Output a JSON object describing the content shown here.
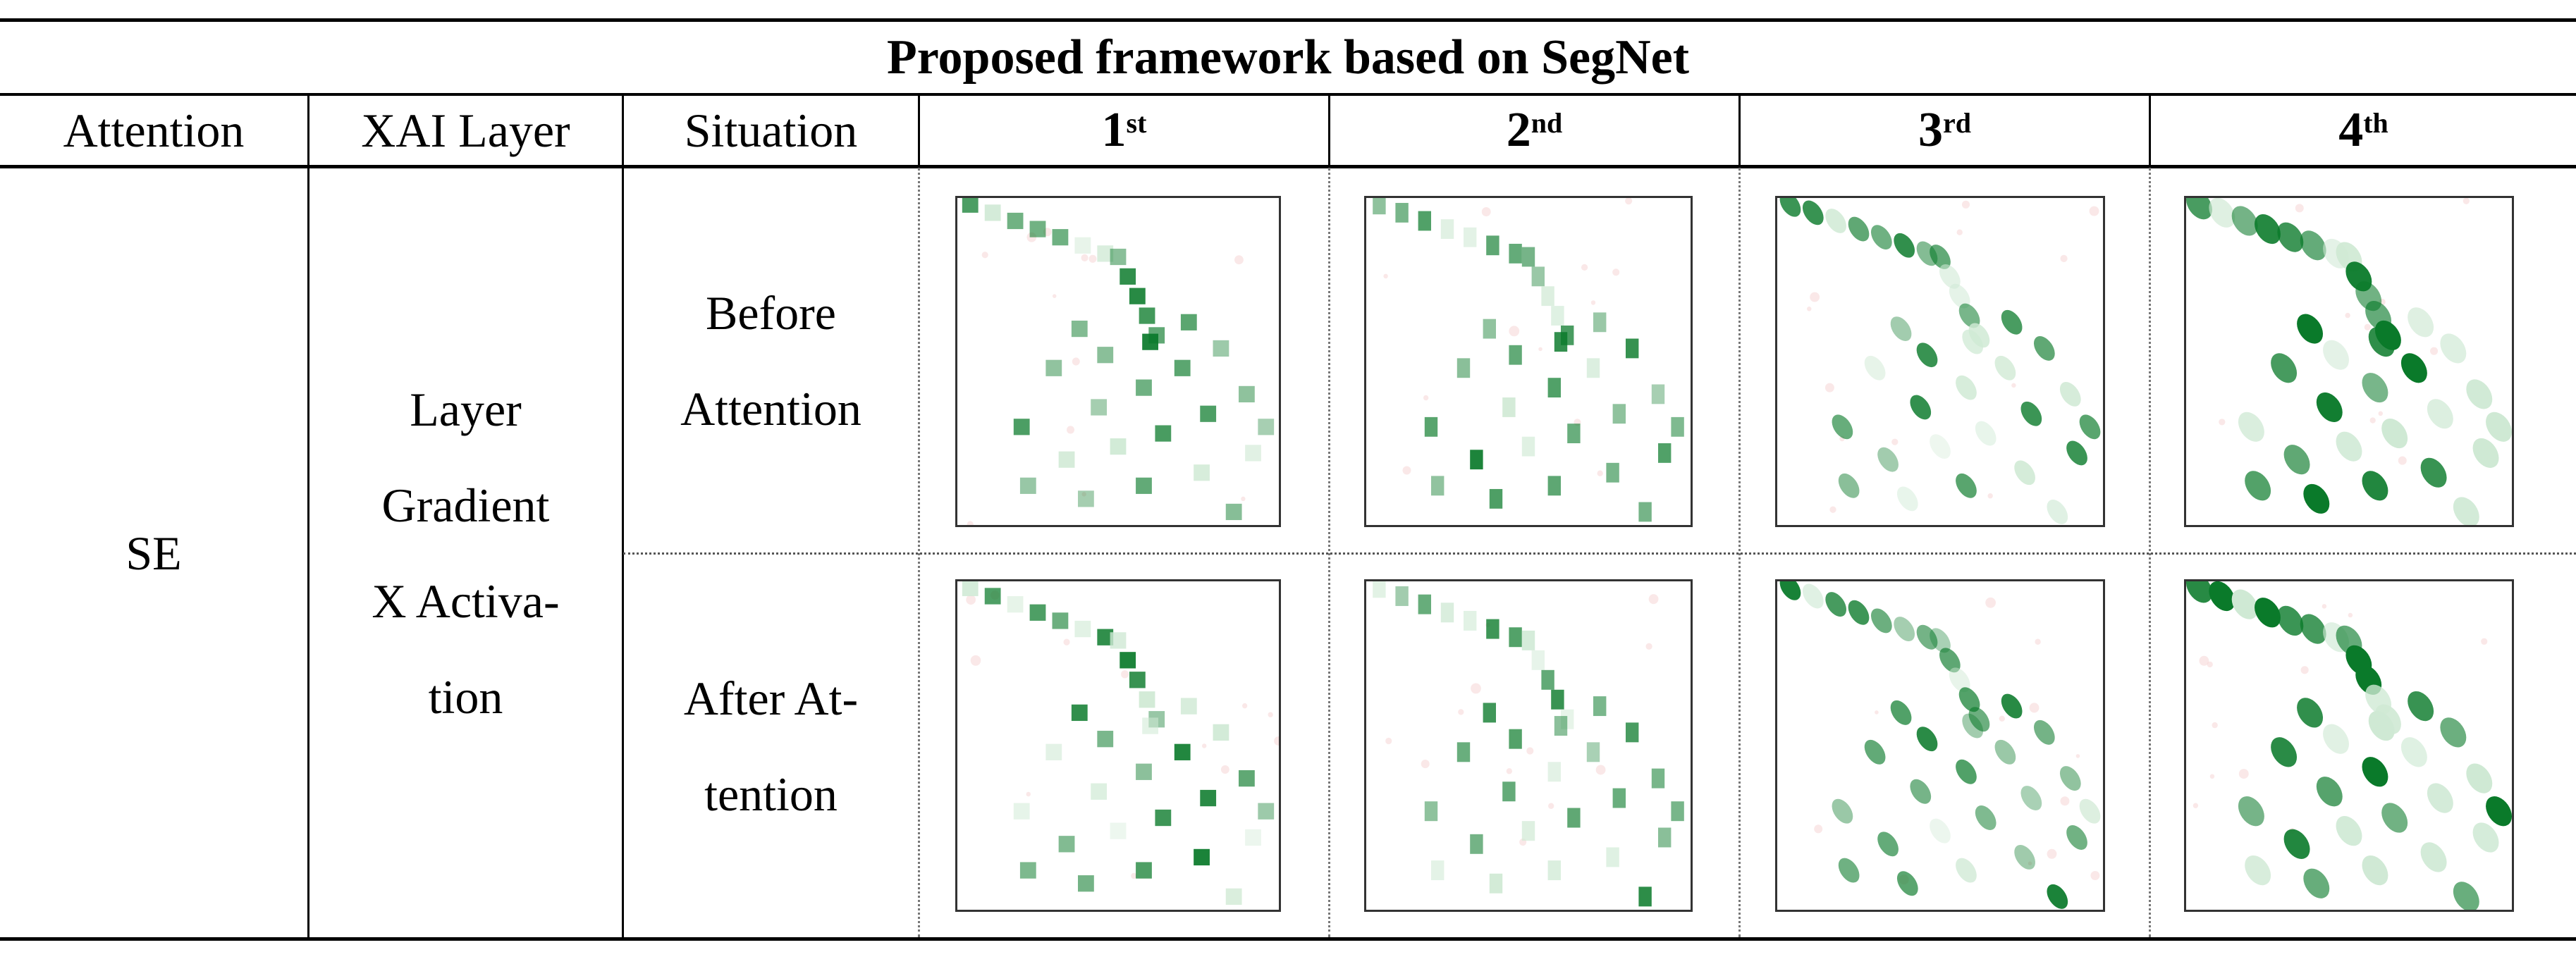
{
  "table": {
    "title": "Proposed framework based on SegNet",
    "headers": {
      "attention": "Attention",
      "xai_layer": "XAI Layer",
      "situation": "Situation",
      "col1_num": "1",
      "col1_sup": "st",
      "col2_num": "2",
      "col2_sup": "nd",
      "col3_num": "3",
      "col3_sup": "rd",
      "col4_num": "4",
      "col4_sup": "th"
    },
    "row": {
      "attention": "SE",
      "xai_layer_lines": [
        "Layer",
        "Gradient",
        "X Activa-",
        "tion"
      ],
      "situation_before_lines": [
        "Before",
        "Attention"
      ],
      "situation_after_lines": [
        "After At-",
        "tention"
      ]
    }
  },
  "colors": {
    "heatmap_strong": "#0a7a2a",
    "heatmap_weak": "#cfe9d4",
    "heatmap_negative": "#f6d2d2"
  }
}
